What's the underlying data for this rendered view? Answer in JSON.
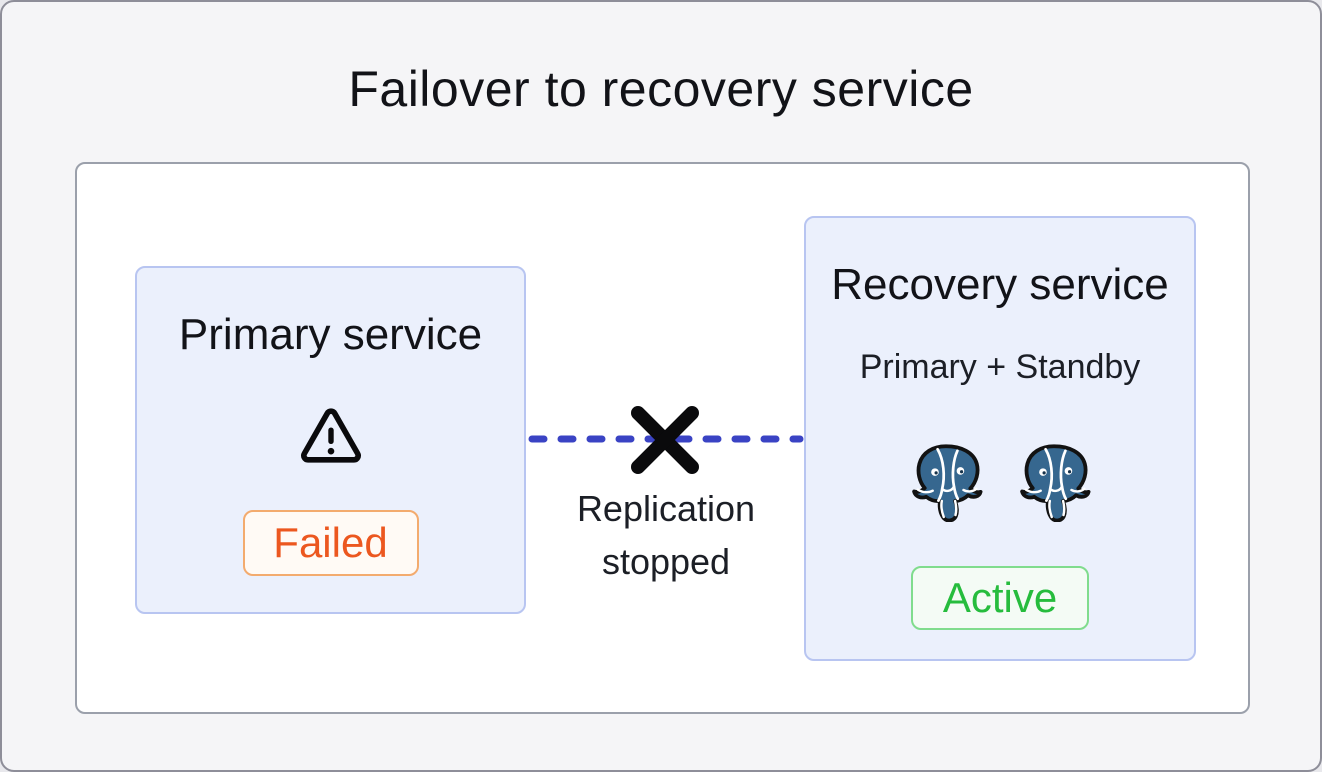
{
  "page": {
    "title": "Failover to recovery service"
  },
  "diagram": {
    "primary_box": {
      "title": "Primary service",
      "status": "Failed",
      "icon": "warning-triangle-icon"
    },
    "connection": {
      "type": "dashed-line-severed",
      "icon": "x-cross-icon",
      "label_lines": [
        "Replication",
        "stopped"
      ]
    },
    "recovery_box": {
      "title": "Recovery service",
      "subtitle": "Primary + Standby",
      "status": "Active",
      "icons": [
        "postgresql-elephant-icon",
        "postgresql-elephant-icon"
      ]
    }
  },
  "colors": {
    "page_bg": "#f5f5f7",
    "page_border": "#8e8e99",
    "container_bg": "#ffffff",
    "container_border": "#9ba0ab",
    "box_bg": "#ebf0fc",
    "box_border": "#b8c5f1",
    "text_dark": "#121318",
    "failed_text": "#ec571f",
    "failed_border": "#f3ab6e",
    "failed_bg": "#fffaf5",
    "active_text": "#26bc3d",
    "active_border": "#80dc8d",
    "active_bg": "#f4fbf5",
    "dash_blue": "#3a43c4",
    "x_black": "#0a0a0c",
    "postgres_blue": "#36678f"
  }
}
